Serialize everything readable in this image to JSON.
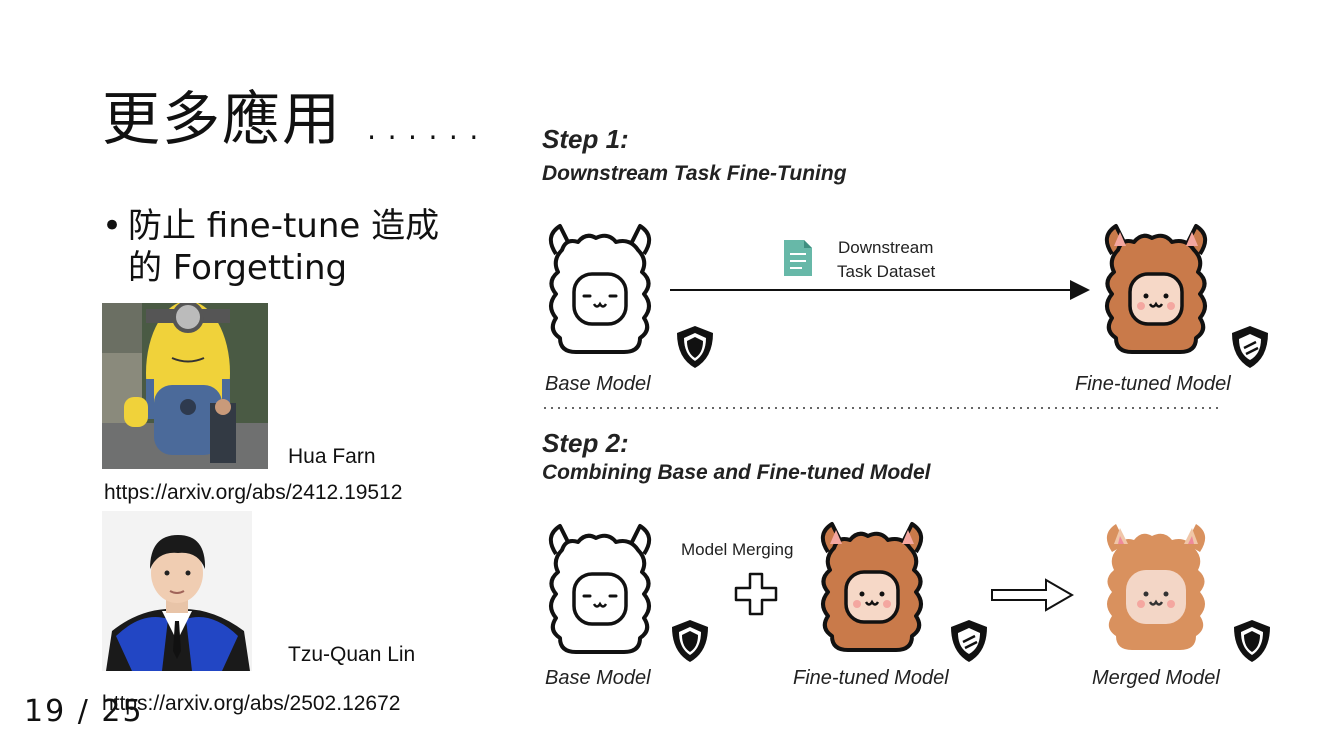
{
  "title": "更多應用 ......",
  "bullet": {
    "symbol": "•",
    "text_line1": "防止 fine-tune 造成",
    "text_line2": "的 Forgetting"
  },
  "people": [
    {
      "name": "Hua Farn",
      "url": "https://arxiv.org/abs/2412.19512"
    },
    {
      "name": "Tzu-Quan Lin",
      "url": "https://arxiv.org/abs/2502.12672"
    }
  ],
  "page_number": "19 / 25",
  "figure": {
    "step1": {
      "label": "Step 1:",
      "subtitle": "Downstream Task Fine-Tuning"
    },
    "step2": {
      "label": "Step 2:",
      "subtitle": "Combining Base and Fine-tuned Model"
    },
    "dataset_label_line1": "Downstream",
    "dataset_label_line2": "Task Dataset",
    "merge_label": "Model Merging",
    "captions": {
      "base1": "Base Model",
      "finetuned1": "Fine-tuned Model",
      "base2": "Base Model",
      "finetuned2": "Fine-tuned Model",
      "merged": "Merged Model"
    }
  }
}
